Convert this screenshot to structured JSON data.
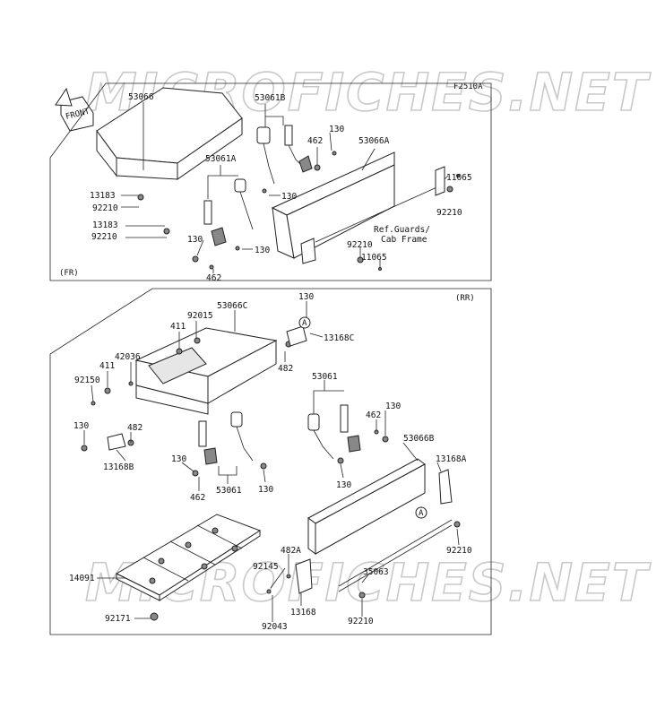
{
  "figure_code": "F2510A",
  "watermark": "MICROFICHES.NET",
  "front_label": "FRONT",
  "panels": {
    "front": {
      "tag": "(FR)",
      "note": [
        "Ref.Guards/",
        "Cab Frame"
      ]
    },
    "rear": {
      "tag": "(RR)"
    }
  },
  "callouts": {
    "p53066": "53066",
    "p53061B": "53061B",
    "p130a": "130",
    "p462a": "462",
    "p53066A": "53066A",
    "p11065a": "11065",
    "p53061A": "53061A",
    "p13183a": "13183",
    "p92210a": "92210",
    "p13183b": "13183",
    "p92210b": "92210",
    "p130b": "130",
    "p130c": "130",
    "p130d": "130",
    "p462b": "462",
    "p92210c": "92210",
    "p92210d": "92210",
    "p11065b": "11065",
    "p130e": "130",
    "p53066C": "53066C",
    "p92015": "92015",
    "p411a": "411",
    "p13168C": "13168C",
    "p42036": "42036",
    "p411b": "411",
    "p482a": "482",
    "p92150": "92150",
    "p53061": "53061",
    "p130f": "130",
    "p462c": "462",
    "p482b": "482",
    "p53066B": "53066B",
    "p13168B": "13168B",
    "p130g": "130",
    "p130h": "130",
    "p462d": "462",
    "p53061c": "53061",
    "p130i": "130",
    "p13168A": "13168A",
    "p92210e": "92210",
    "p482A": "482A",
    "p92145": "92145",
    "p35063": "35063",
    "p14091": "14091",
    "p92171": "92171",
    "p13168": "13168",
    "p92043": "92043",
    "p92210f": "92210",
    "markA1": "A",
    "markA2": "A"
  }
}
